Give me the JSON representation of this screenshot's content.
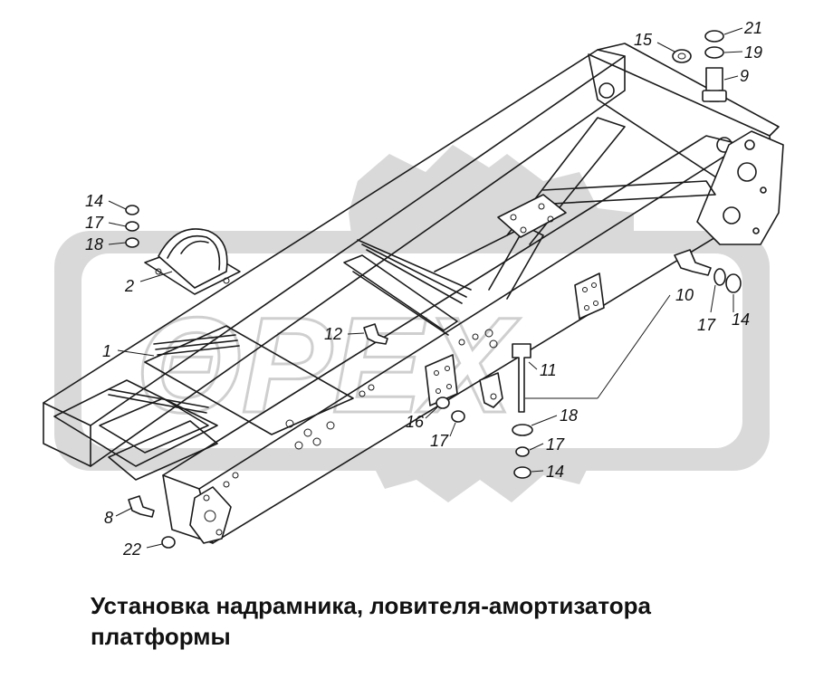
{
  "caption": {
    "line1": "Установка надрамника, ловителя-амортизатора",
    "line2": "платформы"
  },
  "watermark": {
    "text": "ΘPEX",
    "color": "#d9d9d9"
  },
  "callouts": {
    "c1": "1",
    "c2": "2",
    "c8": "8",
    "c9": "9",
    "c10": "10",
    "c11": "11",
    "c12": "12",
    "c14a": "14",
    "c14b": "14",
    "c14c": "14",
    "c15": "15",
    "c16": "16",
    "c17a": "17",
    "c17b": "17",
    "c17c": "17",
    "c17d": "17",
    "c18a": "18",
    "c18b": "18",
    "c19": "19",
    "c21": "21",
    "c22": "22"
  }
}
